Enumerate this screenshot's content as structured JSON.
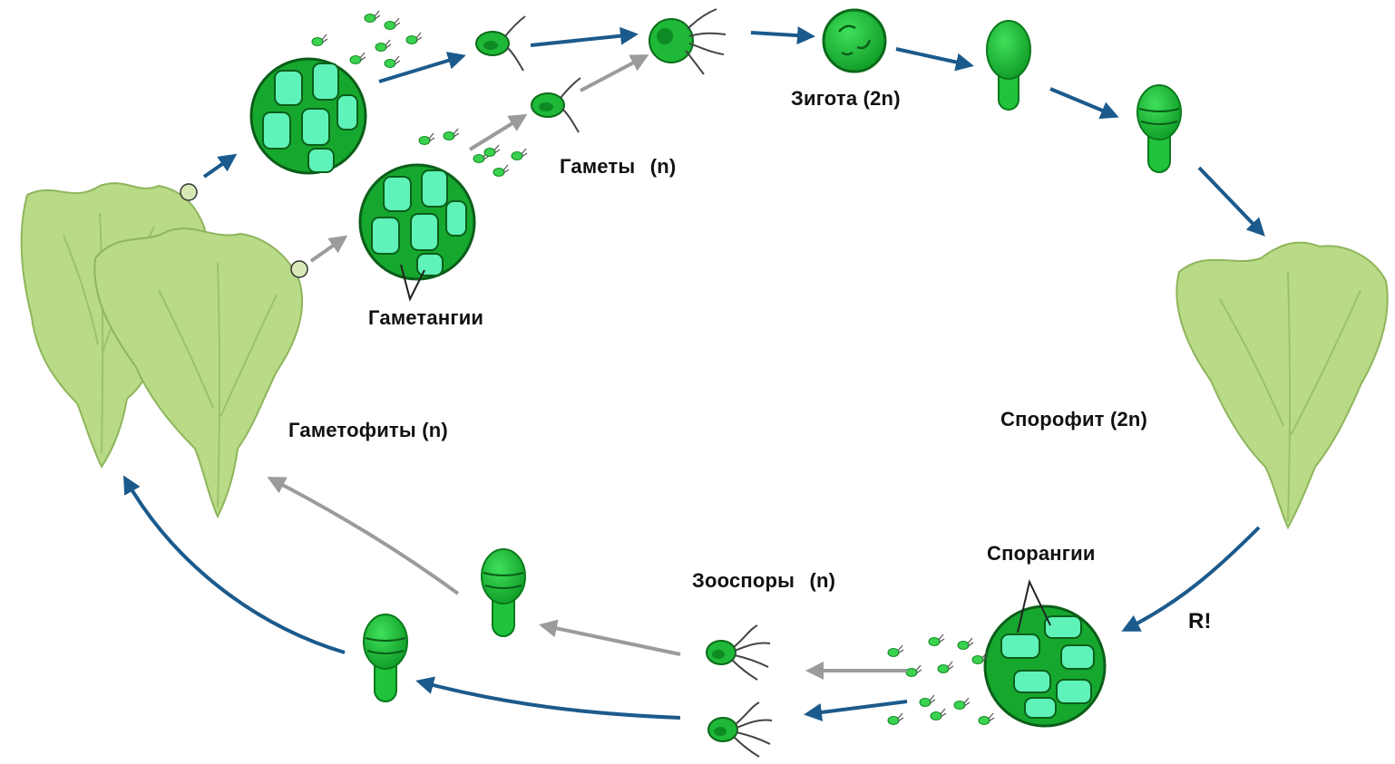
{
  "labels": {
    "zygote": "Зигота (2n)",
    "gametes": "Гаметы (n)",
    "gametangia": "Гаметангии",
    "gametophytes": "Гаметофиты (n)",
    "sporophyte": "Спорофит (2n)",
    "sporangia": "Спорангии",
    "zoospores": "Зооспоры (n)",
    "meiosis": "R!"
  },
  "colors": {
    "cell_green": "#1fc43a",
    "cell_dark": "#0a7a1c",
    "cell_light": "#6ff7c4",
    "thallus": "#b9da86",
    "thallus_vein": "#8fb55c",
    "arrow_blue": "#1b5a8c",
    "arrow_gray": "#9b9b9b"
  }
}
